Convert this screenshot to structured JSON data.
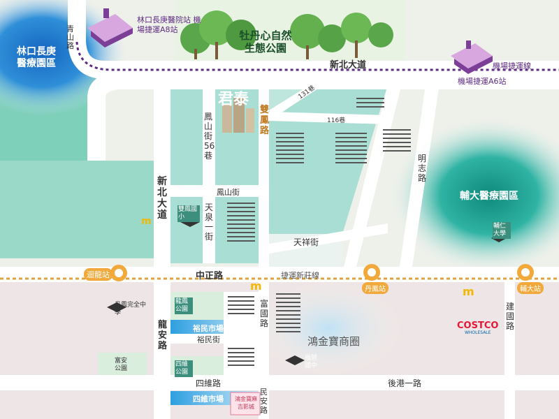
{
  "medical_areas": {
    "linkou": "林口長庚醫療園區",
    "fuda": "輔大醫療園區"
  },
  "park": "牡丹心自然生態公園",
  "development": "君泰",
  "mrt": {
    "line_label": "機場捷運線",
    "a8": "林口長庚醫院站 機場捷運A8站",
    "a6": "機場捷運A6站",
    "xinzhuang_line": "捷運新莊線"
  },
  "stations": {
    "huilong": "迴龍站",
    "danfeng": "丹鳳站",
    "fuda": "輔大站"
  },
  "roads": {
    "qingshan": "青山路",
    "xinbei_top": "新北大道",
    "xinbei_left": "新北大道",
    "shuangfeng": "雙鳳路",
    "fengshan56": "鳳山街56巷",
    "fengshan": "鳳山街",
    "tianquan1": "天泉一街",
    "tianxiang": "天祥街",
    "zhongzheng": "中正路",
    "fuguo": "富國路",
    "longan": "龍安路",
    "yumin": "裕民街",
    "siwei": "四維路",
    "minan": "民安路",
    "jianguo": "建國路",
    "hougang1": "後港一路",
    "mingzhi": "明志路",
    "lane116": "116巷",
    "lane131": "131巷"
  },
  "schools": {
    "shuangfeng_elem": "雙鳳國小",
    "danfeng_high": "丹鳳完全中學",
    "fuying_junior": "福營國中",
    "furen_univ": "輔仁大學"
  },
  "parks": {
    "longfeng": "龍鳳公園",
    "siwei": "四維公園",
    "fuan": "富安公園"
  },
  "markets": {
    "yumin": "裕民市場",
    "siwei": "四維市場",
    "honjinbao_cinema": "鴻金寶麻吉影城"
  },
  "shopping_area": "鴻金寶商圈",
  "costco": "COSTCO",
  "costco_sub": "WHOLESALE"
}
